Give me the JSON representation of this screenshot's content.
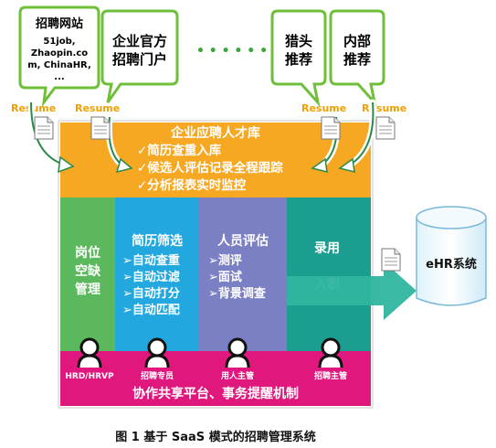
{
  "sources": {
    "recruit_sites": {
      "title": "招聘网站",
      "lines": [
        "51job,",
        "Zhaopin.co",
        "m, ChinaHR,",
        "..."
      ]
    },
    "official_portal": {
      "lines": [
        "企业官方",
        "招聘门户"
      ]
    },
    "dots": "• • • • • •",
    "headhunter": {
      "lines": [
        "猎头",
        "推荐"
      ]
    },
    "internal": {
      "lines": [
        "内部",
        "推荐"
      ]
    }
  },
  "resume_label": "Resume",
  "talent_pool": {
    "title": "企业应聘人才库",
    "items": [
      "✓简历查重入库",
      "✓候选人评估记录全程跟踪",
      "✓分析报表实时监控"
    ]
  },
  "columns": {
    "vacancy": {
      "lines": [
        "岗位",
        "空缺",
        "管理"
      ]
    },
    "screening": {
      "title": "简历筛选",
      "items": [
        "➢自动查重",
        "➢自动过滤",
        "➢自动打分",
        "➢自动匹配"
      ]
    },
    "evaluation": {
      "title": "人员评估",
      "items": [
        "➢测评",
        "➢面试",
        "➢背景调查"
      ]
    },
    "hiring": {
      "lines": [
        "录用",
        "入职"
      ]
    }
  },
  "roles": [
    "HRD/HRVP",
    "招聘专员",
    "用人主管",
    "招聘主管"
  ],
  "platform_label": "协作共享平台、事务提醒机制",
  "ehr_label": "eHR系统",
  "caption": "图 1  基于 SaaS 模式的招聘管理系统",
  "colors": {
    "bubble_border": "#6fbf3a",
    "pool_orange": "#f7a823",
    "green": "#5cb85c",
    "blue": "#22a8df",
    "purple": "#7b7fc4",
    "teal": "#1b9e8f",
    "magenta": "#e0177d",
    "resume_text": "#f0a000",
    "arrow_teal": "#2fb5a0"
  }
}
